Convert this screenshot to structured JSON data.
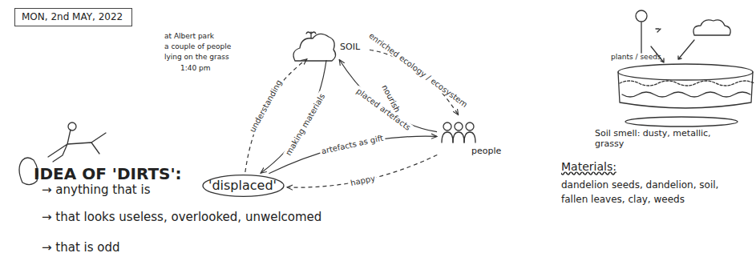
{
  "diagram": {
    "nodes": [
      {
        "text": [
          "MON, 2nd MAY, 2022"
        ]
      },
      {
        "text": [
          "'displaced'"
        ]
      },
      {
        "text": [
          "SOIL"
        ]
      },
      {
        "text": [
          "people"
        ]
      }
    ],
    "edges": [
      {
        "from": 2,
        "to": 1,
        "label": "making materials",
        "arrow": "to"
      },
      {
        "from": 1,
        "to": 2,
        "label": "understanding",
        "arrow": "to"
      },
      {
        "from": 2,
        "to": 3,
        "label": "enriched ecology / ecosystem",
        "arrow": "to"
      },
      {
        "from": 3,
        "to": 2,
        "label": "placed artefacts",
        "arrow": "to"
      },
      {
        "from": 1,
        "to": 3,
        "label": "artefacts as gift",
        "arrow": "to"
      },
      {
        "from": 3,
        "to": 1,
        "label": "happy",
        "arrow": "to"
      }
    ],
    "labels": [
      "at Albert park",
      "a couple of people",
      "lying on the grass",
      "1:40 pm",
      "IDEA OF 'DIRTS':",
      "→ anything that is",
      "→ that looks useless, overlooked, unwelcomed",
      "→ that is odd",
      "nourish",
      "plants / seeds",
      "Soil smell: dusty, metallic, grassy",
      "Materials:",
      "dandelion seeds, dandelion, soil, fallen leaves, clay, weeds"
    ]
  }
}
